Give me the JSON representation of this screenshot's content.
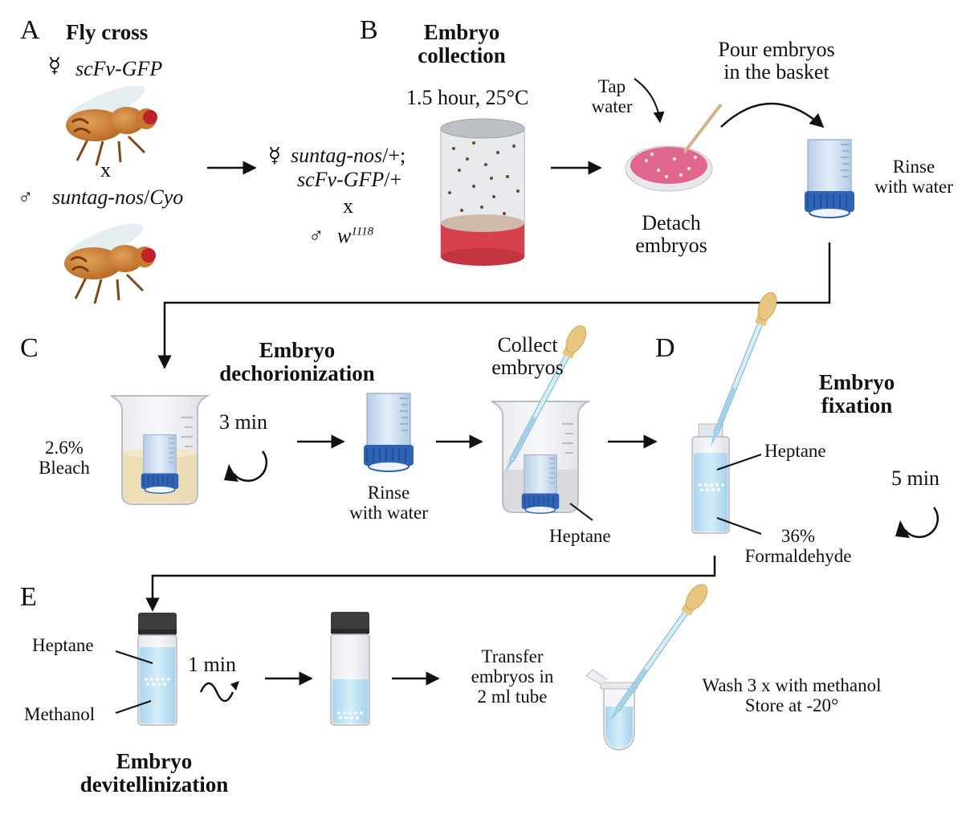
{
  "panels": {
    "a": {
      "letter": "A",
      "title": "Fly cross",
      "female_label": "scFv-GFP",
      "cross_sign": "x",
      "male_label_italic": "suntag-nos",
      "male_label_sep": "/",
      "male_label_italic2": "Cyo",
      "progeny_line1_italic": "suntag-nos",
      "progeny_line1_rest": "/+;",
      "progeny_line2_italic": "scFv-GFP",
      "progeny_line2_rest": "/+",
      "progeny_cross_sign": "x",
      "progeny_male": "w",
      "progeny_male_sup": "1118"
    },
    "b": {
      "letter": "B",
      "title_line1": "Embryo",
      "title_line2": "collection",
      "condition": "1.5 hour, 25°C",
      "tap_line1": "Tap",
      "tap_line2": "water",
      "pour_line1": "Pour embryos",
      "pour_line2": "in the basket",
      "detach_line1": "Detach",
      "detach_line2": "embryos",
      "rinse_line1": "Rinse",
      "rinse_line2": "with water"
    },
    "c": {
      "letter": "C",
      "title_line1": "Embryo",
      "title_line2": "dechorionization",
      "bleach_line1": "2.6%",
      "bleach_line2": "Bleach",
      "time": "3 min",
      "rinse_line1": "Rinse",
      "rinse_line2": "with water",
      "collect_line1": "Collect",
      "collect_line2": "embryos",
      "heptane": "Heptane"
    },
    "d": {
      "letter": "D",
      "title_line1": "Embryo",
      "title_line2": "fixation",
      "heptane": "Heptane",
      "formaldehyde_line1": "36%",
      "formaldehyde_line2": "Formaldehyde",
      "time": "5 min"
    },
    "e": {
      "letter": "E",
      "title_line1": "Embryo",
      "title_line2": "devitellinization",
      "heptane": "Heptane",
      "methanol": "Methanol",
      "time": "1 min",
      "transfer_line1": "Transfer",
      "transfer_line2": "embryos in",
      "transfer_line3": "2 ml tube",
      "wash_line1": "Wash 3 x with methanol",
      "wash_line2": "Store at -20°"
    }
  },
  "colors": {
    "fly_body": "#c9782f",
    "fly_eye": "#c0202a",
    "cage_base": "#d6414d",
    "dish_medium": "#e0668f",
    "basket_cap": "#2f63b5",
    "bleach": "#ecdcaf",
    "liquid": "#bfe1f3",
    "pipette_bulb": "#e7c77f",
    "vial_cap": "#3d3d3d"
  },
  "icons": [
    "female-symbol",
    "male-symbol",
    "fly-icon",
    "cage-icon",
    "petri-dish-icon",
    "basket-icon",
    "beaker-icon",
    "pipette-icon",
    "vial-icon",
    "tube-icon",
    "rotation-icon",
    "shake-icon"
  ]
}
